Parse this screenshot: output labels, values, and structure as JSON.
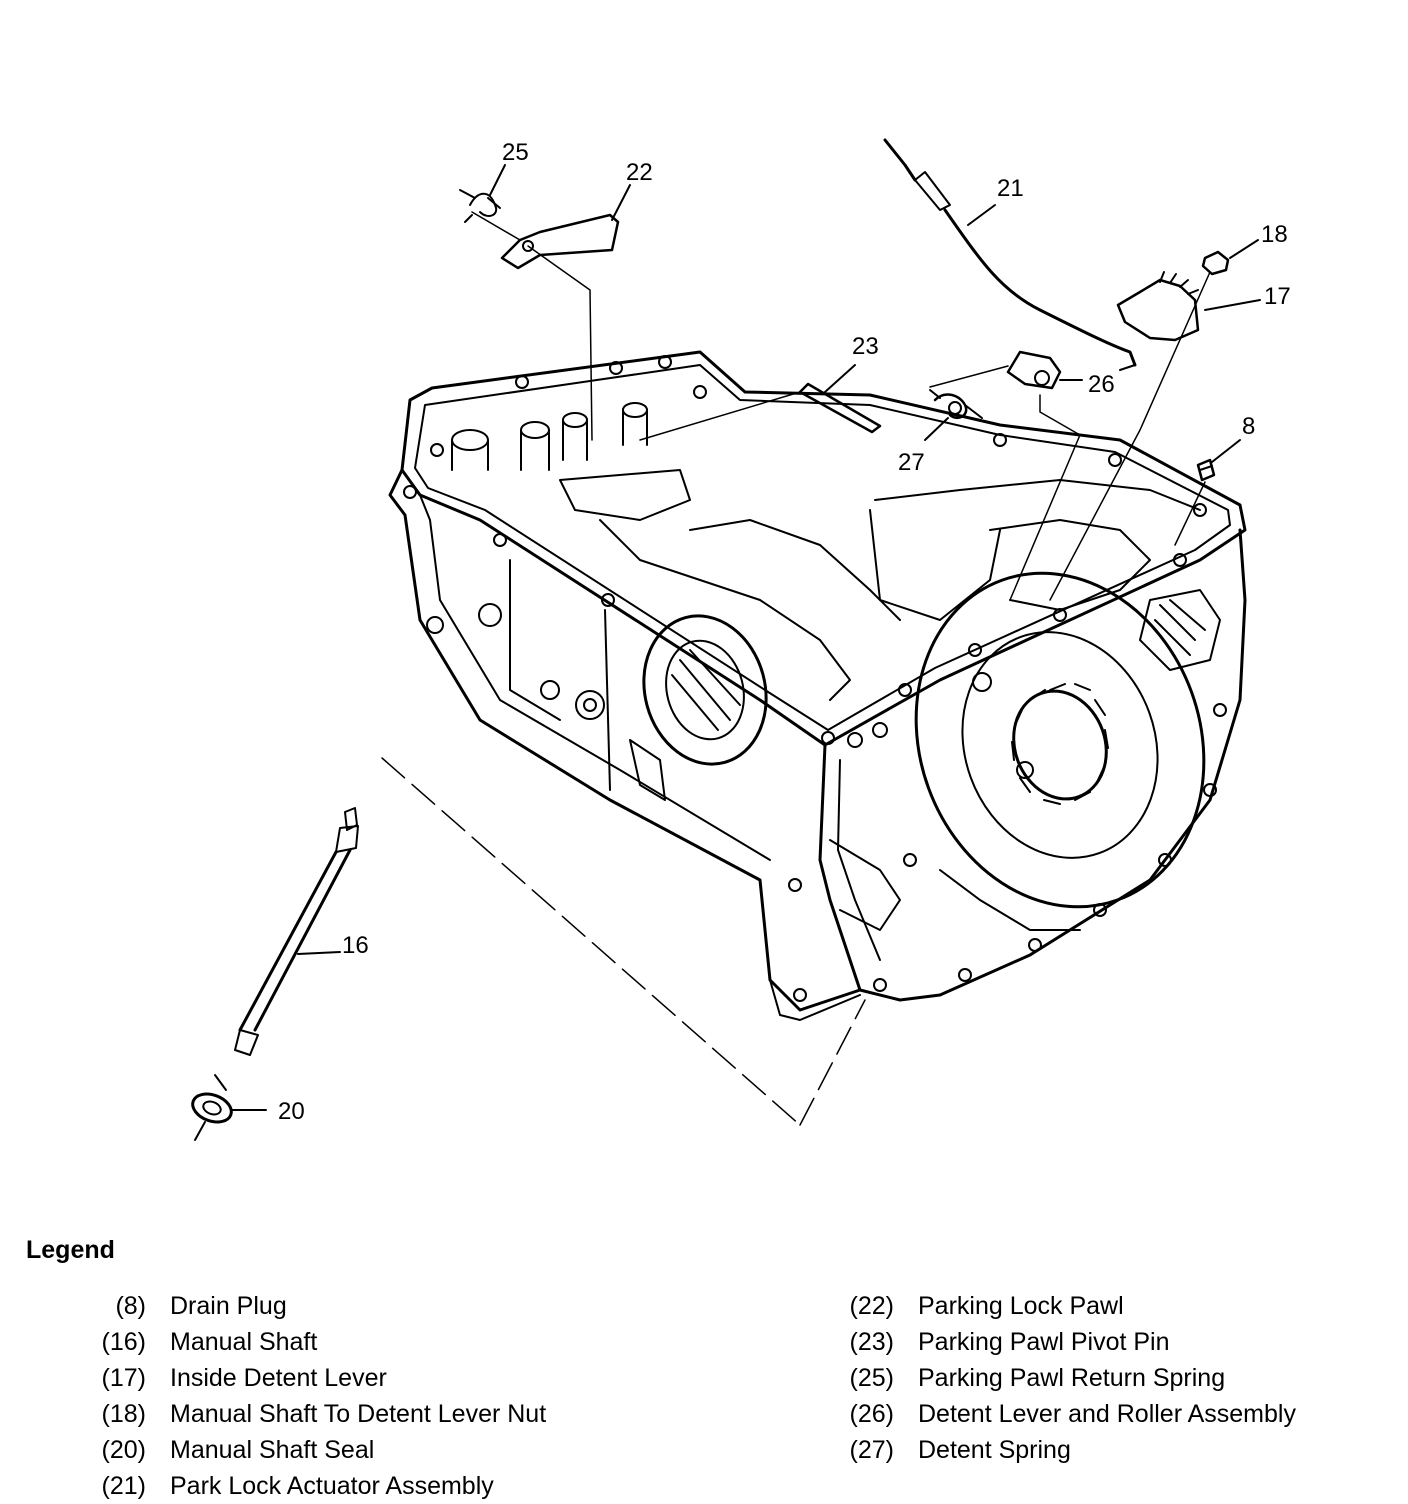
{
  "diagram": {
    "callouts": {
      "c25": "25",
      "c22": "22",
      "c21": "21",
      "c18": "18",
      "c17": "17",
      "c23": "23",
      "c26": "26",
      "c27": "27",
      "c8": "8",
      "c16": "16",
      "c20": "20"
    }
  },
  "legend": {
    "title": "Legend",
    "left": [
      {
        "num": "(8)",
        "text": "Drain Plug"
      },
      {
        "num": "(16)",
        "text": "Manual Shaft"
      },
      {
        "num": "(17)",
        "text": "Inside Detent Lever"
      },
      {
        "num": "(18)",
        "text": "Manual Shaft To Detent Lever Nut"
      },
      {
        "num": "(20)",
        "text": "Manual Shaft Seal"
      },
      {
        "num": "(21)",
        "text": "Park Lock Actuator Assembly"
      }
    ],
    "right": [
      {
        "num": "(22)",
        "text": "Parking Lock Pawl"
      },
      {
        "num": "(23)",
        "text": "Parking Pawl Pivot Pin"
      },
      {
        "num": "(25)",
        "text": "Parking Pawl Return Spring"
      },
      {
        "num": "(26)",
        "text": "Detent Lever and Roller Assembly"
      },
      {
        "num": "(27)",
        "text": "Detent Spring"
      }
    ]
  }
}
